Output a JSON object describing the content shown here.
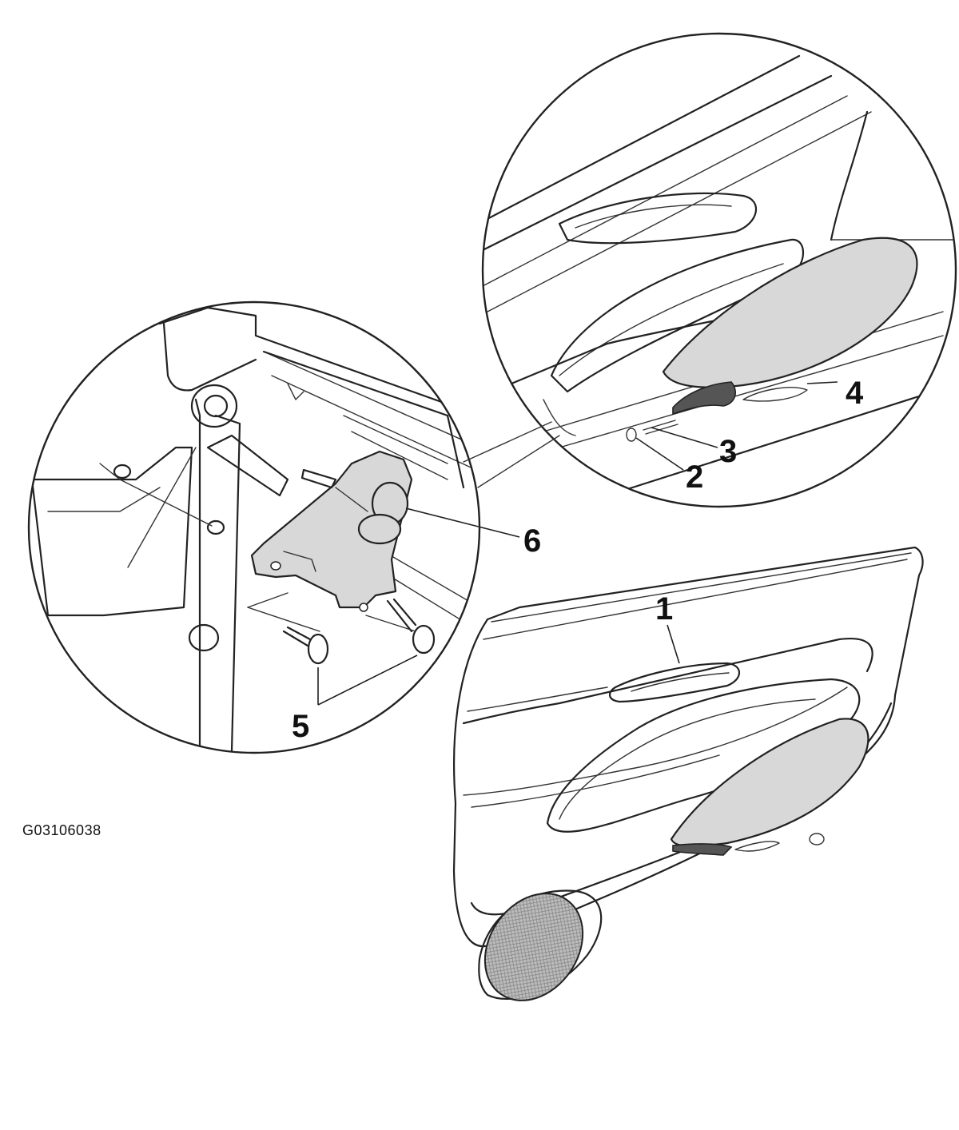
{
  "figure_id": "G03106038",
  "callouts": {
    "c1": "1",
    "c2": "2",
    "c3": "3",
    "c4": "4",
    "c5": "5",
    "c6": "6"
  }
}
